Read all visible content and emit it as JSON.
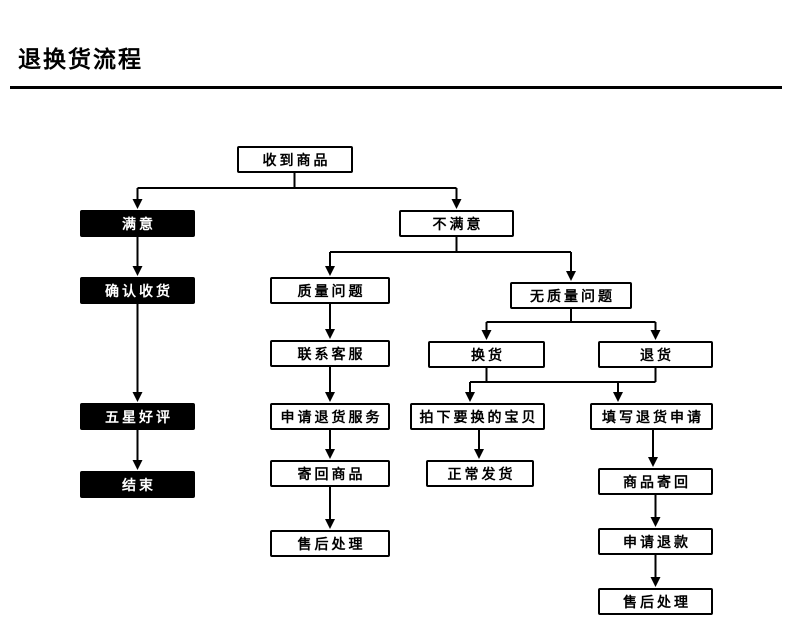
{
  "page": {
    "title": "退换货流程",
    "background": "#ffffff"
  },
  "flowchart": {
    "colors": {
      "node_black_bg": "#000000",
      "node_black_text": "#ffffff",
      "node_white_bg": "#ffffff",
      "node_white_text": "#000000",
      "line": "#000000"
    },
    "nodes": {
      "receive_goods": {
        "label": "收到商品",
        "style": "white"
      },
      "satisfied": {
        "label": "满意",
        "style": "black"
      },
      "not_satisfied": {
        "label": "不满意",
        "style": "white"
      },
      "confirm_receipt": {
        "label": "确认收货",
        "style": "black"
      },
      "quality_issue": {
        "label": "质量问题",
        "style": "white"
      },
      "no_quality_issue": {
        "label": "无质量问题",
        "style": "white"
      },
      "contact_service": {
        "label": "联系客服",
        "style": "white"
      },
      "exchange": {
        "label": "换货",
        "style": "white"
      },
      "return_goods": {
        "label": "退货",
        "style": "white"
      },
      "five_star": {
        "label": "五星好评",
        "style": "black"
      },
      "apply_return_service": {
        "label": "申请退货服务",
        "style": "white"
      },
      "order_exchange_item": {
        "label": "拍下要换的宝贝",
        "style": "white"
      },
      "fill_return_application": {
        "label": "填写退货申请",
        "style": "white"
      },
      "end": {
        "label": "结束",
        "style": "black"
      },
      "send_back_goods": {
        "label": "寄回商品",
        "style": "white"
      },
      "normal_shipping": {
        "label": "正常发货",
        "style": "white"
      },
      "goods_sent_back": {
        "label": "商品寄回",
        "style": "white"
      },
      "after_sales_left": {
        "label": "售后处理",
        "style": "white"
      },
      "apply_refund": {
        "label": "申请退款",
        "style": "white"
      },
      "after_sales_right": {
        "label": "售后处理",
        "style": "white"
      }
    },
    "edges": [
      {
        "from": "receive_goods",
        "to": "satisfied"
      },
      {
        "from": "receive_goods",
        "to": "not_satisfied"
      },
      {
        "from": "satisfied",
        "to": "confirm_receipt"
      },
      {
        "from": "confirm_receipt",
        "to": "five_star"
      },
      {
        "from": "five_star",
        "to": "end"
      },
      {
        "from": "not_satisfied",
        "to": "quality_issue"
      },
      {
        "from": "not_satisfied",
        "to": "no_quality_issue"
      },
      {
        "from": "quality_issue",
        "to": "contact_service"
      },
      {
        "from": "contact_service",
        "to": "apply_return_service"
      },
      {
        "from": "apply_return_service",
        "to": "send_back_goods"
      },
      {
        "from": "send_back_goods",
        "to": "after_sales_left"
      },
      {
        "from": "no_quality_issue",
        "to": "exchange"
      },
      {
        "from": "no_quality_issue",
        "to": "return_goods"
      },
      {
        "from": "exchange",
        "to": "order_exchange_item"
      },
      {
        "from": "return_goods",
        "to": "fill_return_application"
      },
      {
        "from": "order_exchange_item",
        "to": "normal_shipping"
      },
      {
        "from": "fill_return_application",
        "to": "goods_sent_back"
      },
      {
        "from": "goods_sent_back",
        "to": "apply_refund"
      },
      {
        "from": "apply_refund",
        "to": "after_sales_right"
      }
    ]
  }
}
